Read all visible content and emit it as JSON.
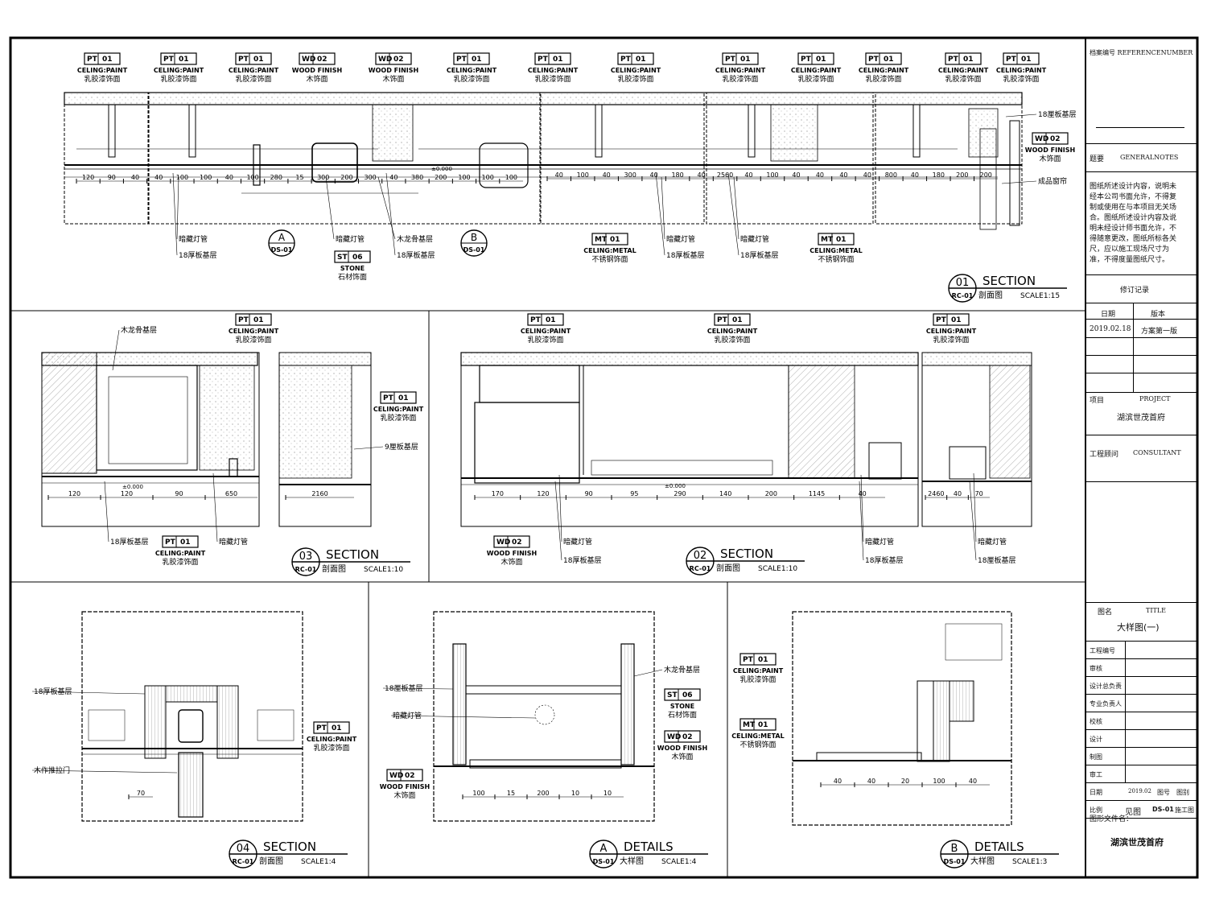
{
  "tags": {
    "pt": {
      "code": "PT",
      "num": "01",
      "en": "CELING:PAINT",
      "cn": "乳胶漆饰面"
    },
    "wd": {
      "code": "WD",
      "num": "02",
      "en": "WOOD FINISH",
      "cn": "木饰面"
    },
    "mt": {
      "code": "MT",
      "num": "01",
      "en": "CELING:METAL",
      "cn": "不锈钢饰面"
    },
    "st": {
      "code": "ST",
      "num": "06",
      "en": "STONE",
      "cn": "石材饰面"
    }
  },
  "callouts": {
    "lamp": "暗藏灯管",
    "board18": "18厚板基层",
    "board18b": "18厘板基层",
    "board9": "9厘板基层",
    "keel": "木龙骨基层",
    "curtain": "成品窗帘",
    "slidedoor": "木作推拉门",
    "ds01": "DS-01",
    "markA": "A",
    "markB": "B"
  },
  "dims": {
    "s1": [
      "120",
      "90",
      "40",
      "40",
      "100",
      "100",
      "40",
      "100",
      "280",
      "15",
      "300",
      "200",
      "300",
      "40",
      "380",
      "200",
      "100",
      "100",
      "100",
      "40",
      "100",
      "40",
      "300",
      "40",
      "180",
      "40",
      "2560",
      "40",
      "100",
      "40",
      "40",
      "40",
      "40",
      "800",
      "40",
      "180",
      "200",
      "200"
    ],
    "s3": [
      "120",
      "120",
      "90",
      "650",
      "2160",
      "120"
    ],
    "s2": [
      "170",
      "120",
      "90",
      "95",
      "290",
      "140",
      "200",
      "1145",
      "40",
      "2460",
      "40",
      "70"
    ],
    "s4": [
      "70"
    ],
    "a": [
      "100",
      "15",
      "200",
      "10",
      "10"
    ],
    "b": [
      "40",
      "40",
      "20",
      "100",
      "40"
    ],
    "level": "±0.000"
  },
  "titles": {
    "s01": {
      "num": "01",
      "ref": "RC-01",
      "word": "SECTION",
      "cn": "剖面图",
      "scale": "SCALE1:15"
    },
    "s03": {
      "num": "03",
      "ref": "RC-01",
      "word": "SECTION",
      "cn": "剖面图",
      "scale": "SCALE1:10"
    },
    "s02": {
      "num": "02",
      "ref": "RC-01",
      "word": "SECTION",
      "cn": "剖面图",
      "scale": "SCALE1:10"
    },
    "s04": {
      "num": "04",
      "ref": "RC-01",
      "word": "SECTION",
      "cn": "剖面图",
      "scale": "SCALE1:4"
    },
    "dA": {
      "num": "A",
      "ref": "DS-01",
      "word": "DETAILS",
      "cn": "大样图",
      "scale": "SCALE1:4"
    },
    "dB": {
      "num": "B",
      "ref": "DS-01",
      "word": "DETAILS",
      "cn": "大样图",
      "scale": "SCALE1:3"
    }
  },
  "titleblock": {
    "ref_label": "档案编号 REFERENCENUMBER",
    "notes_label": "题要",
    "notes_en": "GENERALNOTES",
    "notes_lines": [
      "图纸所述设计内容，说明未",
      "经本公司书面允许，不得复",
      "制或使用在与本项目无关场",
      "合。图纸所述设计内容及说",
      "明未经设计师书面允许，不",
      "得随意更改，图纸所标各关",
      "尺，应以施工现场尺寸为",
      "准，不得度量图纸尺寸。"
    ],
    "revision": "修订记录",
    "date_label": "日期",
    "version_label": "版本",
    "date_val": "2019.02.18",
    "version_val": "方案第一版",
    "project_label": "项目",
    "project_en": "PROJECT",
    "project_name": "湖滨世茂首府",
    "consultant_label": "工程顾问",
    "consultant_en": "CONSULTANT",
    "title_label": "图名",
    "title_en": "TITLE",
    "title_name": "大样图(一)",
    "rows": [
      "工程编号",
      "审核",
      "设计总负责",
      "专业负责人",
      "校核",
      "设计",
      "制图",
      "审工"
    ],
    "date_row": "日期",
    "date_row_val": "2019.02",
    "page_label": "图号",
    "page_val": "图别",
    "scale_label": "比例",
    "scale_val": "见图",
    "sheet_no": "DS-01",
    "phase": "施工图",
    "filename_label": "图形文件名：",
    "filename": "湖滨世茂首府"
  }
}
